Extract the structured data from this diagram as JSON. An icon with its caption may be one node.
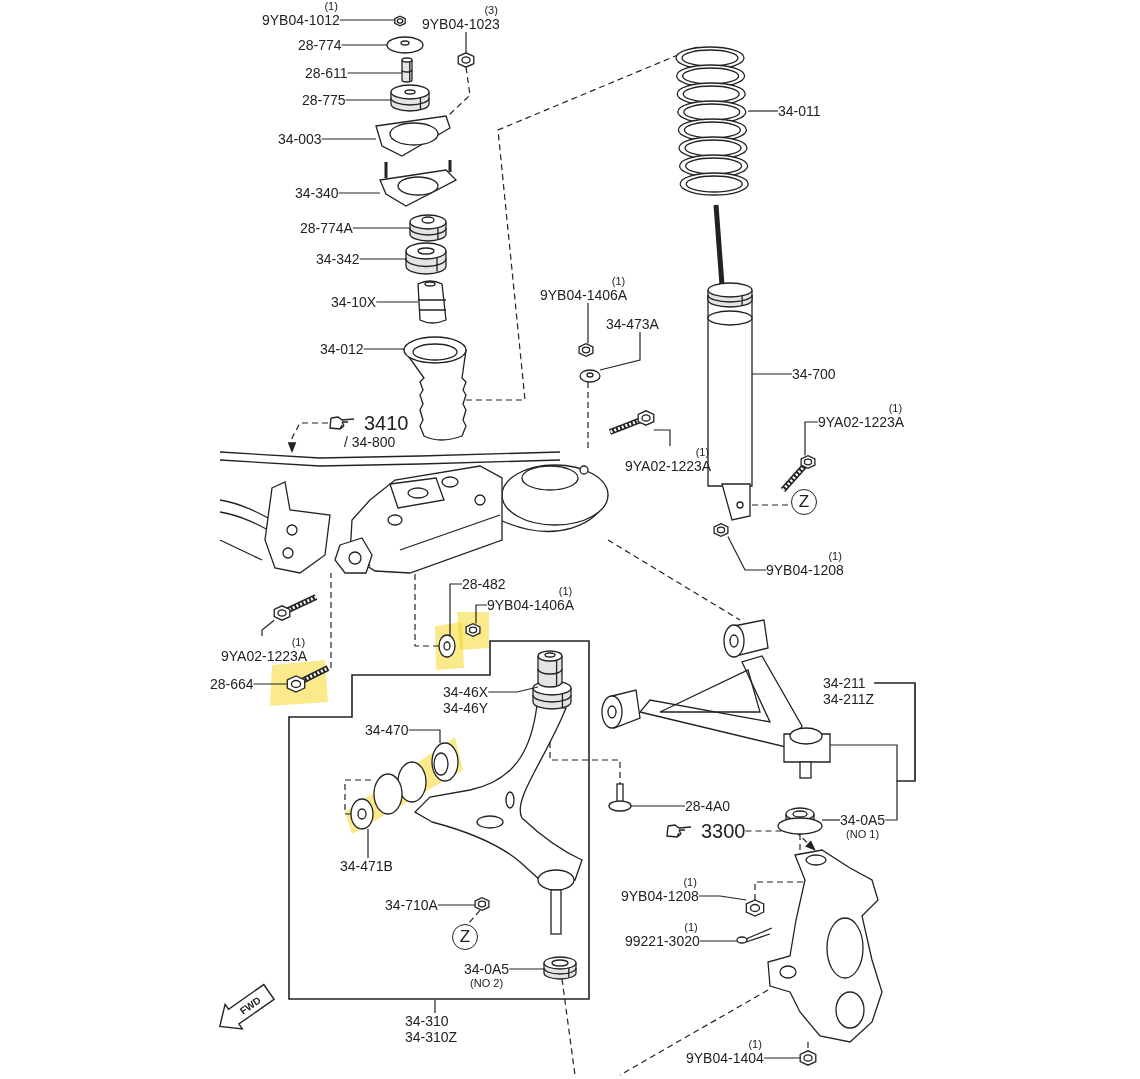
{
  "diagram": {
    "nodes": [
      {
        "text": [
          "9YB04-1012"
        ],
        "beside": [
          "(1)"
        ]
      },
      {
        "text": [
          "9YB04-1023"
        ],
        "beside": [
          "(3)"
        ]
      },
      {
        "text": [
          "28-774"
        ]
      },
      {
        "text": [
          "28-611"
        ]
      },
      {
        "text": [
          "28-775"
        ]
      },
      {
        "text": [
          "34-003"
        ]
      },
      {
        "text": [
          "34-340"
        ]
      },
      {
        "text": [
          "28-774A"
        ]
      },
      {
        "text": [
          "34-342"
        ]
      },
      {
        "text": [
          "34-10X"
        ]
      },
      {
        "text": [
          "34-012"
        ]
      },
      {
        "text": [
          "3410",
          "/ 34-800"
        ]
      },
      {
        "text": [
          "34-011"
        ]
      },
      {
        "text": [
          "9YB04-1406A"
        ],
        "beside": [
          "(1)"
        ]
      },
      {
        "text": [
          "34-473A"
        ]
      },
      {
        "text": [
          "9YA02-1223A"
        ],
        "beside": [
          "(1)"
        ]
      },
      {
        "text": [
          "34-700"
        ]
      },
      {
        "text": [
          "9YA02-1223A"
        ],
        "beside": [
          "(1)"
        ]
      },
      {
        "text": [
          "9YB04-1208"
        ],
        "beside": [
          "(1)"
        ]
      },
      {
        "text": [
          "9YA02-1223A"
        ],
        "beside": [
          "(1)"
        ]
      },
      {
        "text": [
          "28-664"
        ]
      },
      {
        "text": [
          "28-482"
        ]
      },
      {
        "text": [
          "9YB04-1406A"
        ],
        "beside": [
          "(1)"
        ]
      },
      {
        "text": [],
        "shape": "box"
      },
      {
        "text": [
          "34-46X",
          "34-46Y"
        ],
        "in": 23
      },
      {
        "text": [
          "34-470"
        ],
        "in": 23
      },
      {
        "text": [
          "34-471B"
        ],
        "in": 23
      },
      {
        "text": [
          "34-710A"
        ],
        "in": 23
      },
      {
        "text": [
          "34-0A5"
        ],
        "beside": [
          "(NO 2)"
        ],
        "in": 23
      },
      {
        "text": [
          "34-310",
          "34-310Z"
        ]
      },
      {
        "text": [
          "34-211",
          "34-211Z"
        ]
      },
      {
        "text": [
          "34-0A5"
        ],
        "beside": [
          "(NO 1)"
        ]
      },
      {
        "text": [
          "28-4A0"
        ]
      },
      {
        "text": [
          "3300"
        ]
      },
      {
        "text": [
          "9YB04-1208"
        ],
        "beside": [
          "(1)"
        ]
      },
      {
        "text": [
          "99221-3020"
        ],
        "beside": [
          "(1)"
        ]
      },
      {
        "text": [
          "9YB04-1404"
        ],
        "beside": [
          "(1)"
        ]
      },
      {
        "text": [],
        "shape": "picture"
      },
      {
        "text": [],
        "shape": "picture"
      },
      {
        "text": [],
        "shape": "picture"
      },
      {
        "text": [],
        "shape": "picture"
      },
      {
        "text": [],
        "shape": "picture"
      },
      {
        "text": [],
        "shape": "picture"
      },
      {
        "text": [],
        "shape": "picture"
      },
      {
        "text": [],
        "shape": "picture"
      },
      {
        "text": [],
        "shape": "picture"
      },
      {
        "text": [],
        "shape": "picture"
      },
      {
        "text": [],
        "shape": "picture"
      },
      {
        "text": [],
        "shape": "picture"
      },
      {
        "text": [],
        "shape": "picture"
      },
      {
        "text": [],
        "shape": "picture"
      },
      {
        "text": [],
        "shape": "picture"
      },
      {
        "text": [],
        "shape": "picture"
      },
      {
        "text": [],
        "shape": "picture"
      },
      {
        "text": [],
        "shape": "picture"
      },
      {
        "text": [],
        "shape": "picture"
      },
      {
        "text": [],
        "shape": "picture"
      },
      {
        "text": [],
        "shape": "picture"
      },
      {
        "text": [],
        "shape": "picture"
      },
      {
        "text": [],
        "shape": "picture"
      },
      {
        "text": [],
        "shape": "picture",
        "in": 23
      },
      {
        "text": [],
        "shape": "picture",
        "in": 23
      },
      {
        "text": [],
        "shape": "picture",
        "in": 23
      },
      {
        "text": [],
        "shape": "picture",
        "in": 23
      },
      {
        "text": [],
        "shape": "picture",
        "in": 23
      },
      {
        "text": [],
        "shape": "picture"
      },
      {
        "text": [],
        "shape": "picture"
      },
      {
        "text": [],
        "shape": "picture"
      },
      {
        "text": [],
        "shape": "picture"
      },
      {
        "text": [],
        "shape": "picture"
      },
      {
        "text": [],
        "shape": "picture"
      },
      {
        "text": [],
        "shape": "picture"
      },
      {
        "text": [
          "Z"
        ]
      },
      {
        "text": [
          "Z"
        ],
        "in": 23
      }
    ],
    "edges": [
      {
        "from": 0,
        "to": 37,
        "arrow": "none"
      },
      {
        "from": 1,
        "to": 38,
        "arrow": "none"
      },
      {
        "from": 2,
        "to": 39,
        "arrow": "none"
      },
      {
        "from": 3,
        "to": 40,
        "arrow": "none"
      },
      {
        "from": 4,
        "to": 41,
        "arrow": "none"
      },
      {
        "from": 5,
        "to": 42,
        "arrow": "none"
      },
      {
        "from": 6,
        "to": 43,
        "arrow": "none"
      },
      {
        "from": 7,
        "to": 44,
        "arrow": "none"
      },
      {
        "from": 8,
        "to": 45,
        "arrow": "none"
      },
      {
        "from": 9,
        "to": 46,
        "arrow": "none"
      },
      {
        "from": 10,
        "to": 47,
        "arrow": "none"
      },
      {
        "from": 11,
        "to": 48,
        "arrow": "to",
        "style": "dashed"
      },
      {
        "from": 12,
        "to": 49,
        "arrow": "none"
      },
      {
        "from": 13,
        "to": 50,
        "arrow": "none"
      },
      {
        "from": 14,
        "to": 51,
        "arrow": "none"
      },
      {
        "from": 15,
        "to": 52,
        "arrow": "none"
      },
      {
        "from": 16,
        "to": 53,
        "arrow": "none"
      },
      {
        "from": 17,
        "to": 54,
        "arrow": "none"
      },
      {
        "from": 18,
        "to": 55,
        "arrow": "none"
      },
      {
        "from": 19,
        "to": 56,
        "arrow": "none"
      },
      {
        "from": 20,
        "to": 57,
        "arrow": "none"
      },
      {
        "from": 21,
        "to": 58,
        "arrow": "none"
      },
      {
        "from": 22,
        "to": 59,
        "arrow": "none"
      },
      {
        "from": 24,
        "to": 60,
        "arrow": "none"
      },
      {
        "from": 25,
        "to": 61,
        "arrow": "none"
      },
      {
        "from": 26,
        "to": 62,
        "arrow": "none"
      },
      {
        "from": 27,
        "to": 63,
        "arrow": "none"
      },
      {
        "from": 28,
        "to": 64,
        "arrow": "none"
      },
      {
        "from": 29,
        "to": 23,
        "arrow": "none"
      },
      {
        "from": 30,
        "to": 65,
        "arrow": "none"
      },
      {
        "from": 30,
        "to": 31,
        "arrow": "none"
      },
      {
        "from": 31,
        "to": 66,
        "arrow": "none"
      },
      {
        "from": 32,
        "to": 67,
        "arrow": "none"
      },
      {
        "from": 33,
        "to": 68,
        "arrow": "to",
        "style": "dashed"
      },
      {
        "from": 34,
        "to": 69,
        "arrow": "none"
      },
      {
        "from": 35,
        "to": 70,
        "arrow": "none"
      },
      {
        "from": 36,
        "to": 71,
        "arrow": "none"
      },
      {
        "from": 38,
        "to": 42,
        "arrow": "none",
        "style": "dashed"
      },
      {
        "from": 49,
        "to": 47,
        "arrow": "none",
        "style": "dashed"
      },
      {
        "from": 51,
        "to": 48,
        "arrow": "none",
        "style": "dashed"
      },
      {
        "from": 48,
        "to": 65,
        "arrow": "none",
        "style": "dashed"
      },
      {
        "from": 57,
        "to": 48,
        "arrow": "none",
        "style": "dashed"
      },
      {
        "from": 58,
        "to": 48,
        "arrow": "none",
        "style": "dashed"
      },
      {
        "from": 62,
        "to": 61,
        "arrow": "none",
        "style": "dashed"
      },
      {
        "from": null,
        "to": 67,
        "arrow": "none",
        "style": "dashed"
      },
      {
        "from": 66,
        "to": 68,
        "arrow": "none",
        "style": "dashed"
      },
      {
        "from": 69,
        "to": 68,
        "arrow": "none",
        "style": "dashed"
      },
      {
        "from": 64,
        "to": null,
        "arrow": "none",
        "style": "dashed"
      },
      {
        "from": 68,
        "to": null,
        "arrow": "none",
        "style": "dashed"
      },
      {
        "from": 68,
        "to": 71,
        "arrow": "none",
        "style": "dashed"
      },
      {
        "from": 53,
        "to": 72,
        "arrow": "none",
        "style": "dashed"
      },
      {
        "from": 63,
        "to": 73,
        "arrow": "none",
        "style": "dashed"
      }
    ],
    "labels": [
      "FWD"
    ]
  }
}
